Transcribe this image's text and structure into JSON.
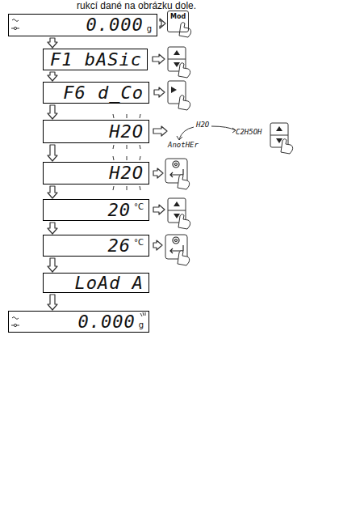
{
  "diagram": {
    "nodes": [
      {
        "text": [
          "0.000",
          "g"
        ]
      },
      {
        "text": [
          "Mod"
        ]
      },
      {
        "text": [
          "F1 bASic"
        ]
      },
      {
        "text": [
          "F6 d_Co"
        ]
      },
      {
        "text": [
          "H2O"
        ]
      },
      {
        "text": [
          "H2O"
        ]
      },
      {
        "text": [
          "20",
          "°C"
        ]
      },
      {
        "text": [
          "26",
          "°C"
        ]
      },
      {
        "text": [
          "LoAd A"
        ]
      },
      {
        "text": [
          "0.000",
          "g"
        ]
      }
    ],
    "edges": [
      {
        "from": 0,
        "to": 1,
        "arrow": "to"
      },
      {
        "from": 0,
        "to": 2,
        "arrow": "to"
      },
      {
        "from": 2,
        "to": 3,
        "arrow": "to"
      },
      {
        "from": 3,
        "to": 4,
        "arrow": "to"
      },
      {
        "from": 4,
        "to": 5,
        "arrow": "to"
      },
      {
        "from": 5,
        "to": 6,
        "arrow": "to"
      },
      {
        "from": 6,
        "to": 7,
        "arrow": "to"
      },
      {
        "from": 7,
        "to": 8,
        "arrow": "to"
      },
      {
        "from": 8,
        "to": 9,
        "arrow": "to"
      }
    ],
    "labels": [
      "rukcí dané na obrázku dole.",
      "H2O",
      "AnotHEr",
      "C2H5OH"
    ]
  }
}
